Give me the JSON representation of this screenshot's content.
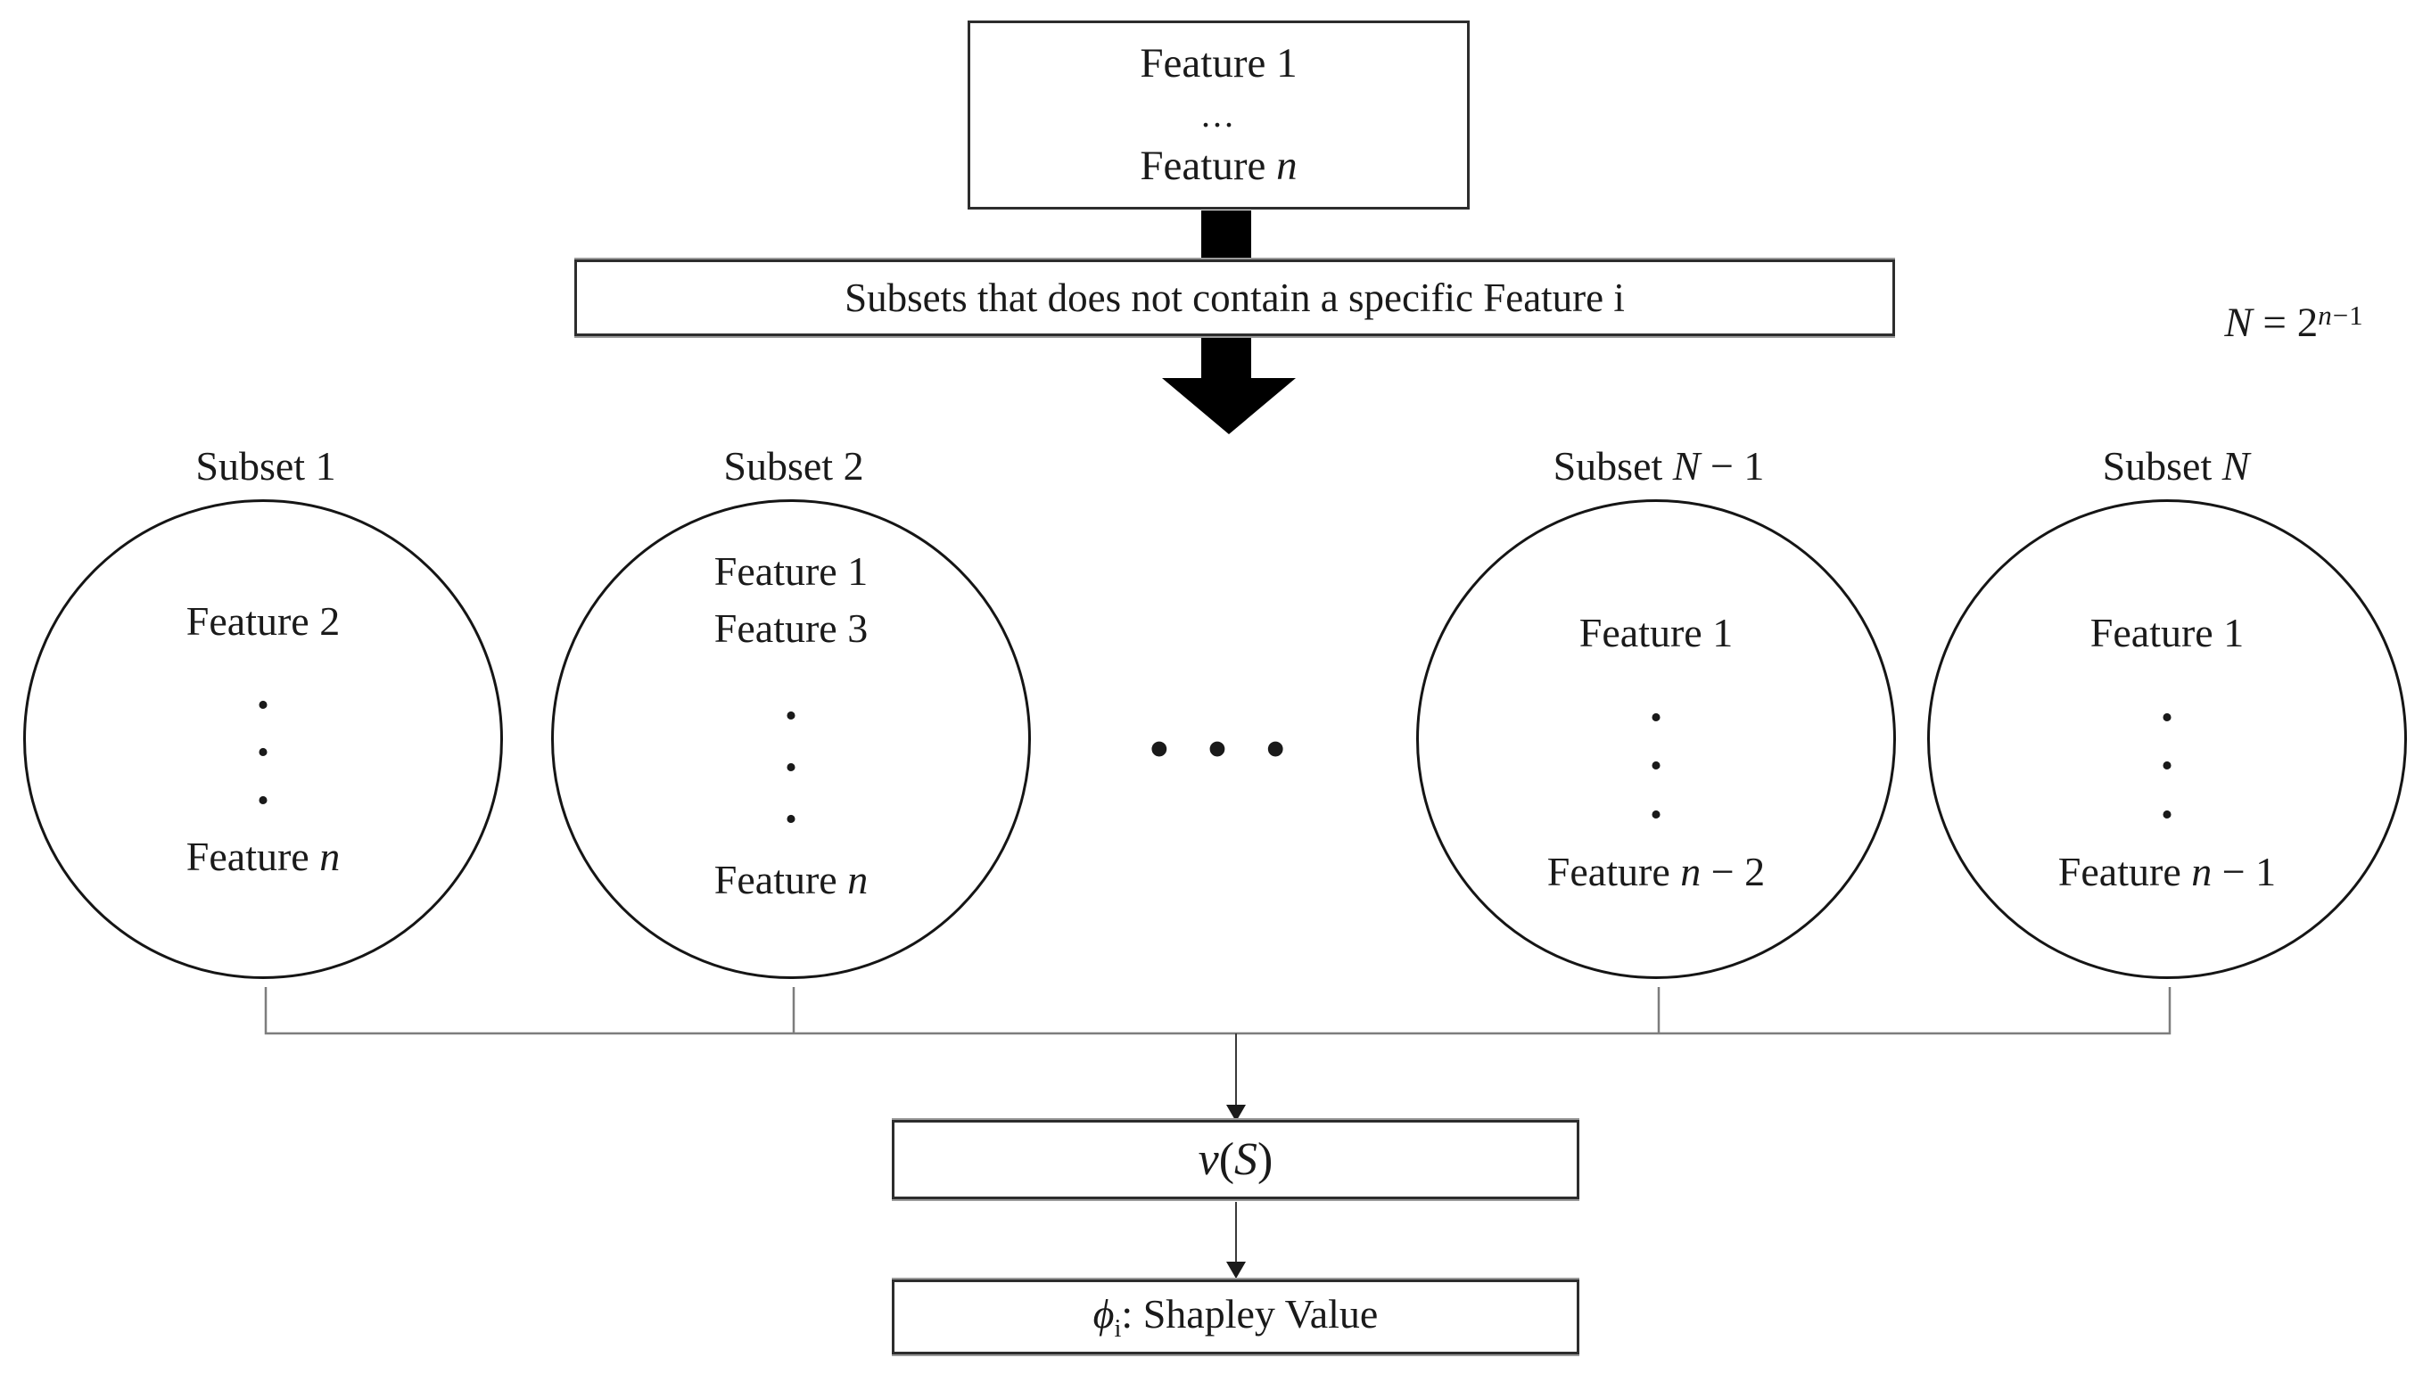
{
  "colors": {
    "ink": "#1a1a1a",
    "box_border": "#2d2d2d",
    "connector_gray": "#7d7d7d",
    "arrow_black": "#000000"
  },
  "top_box": {
    "line1": "Feature 1",
    "ellipsis": "...",
    "line3": {
      "pre": "Feature ",
      "math": "n",
      "post": ""
    }
  },
  "filter_box": {
    "label": "Subsets that does not contain a specific Feature i"
  },
  "formula": {
    "lhs": "N",
    "eq": " = ",
    "base": "2",
    "exp_math": "n",
    "exp_post": "−1"
  },
  "middle_ellipsis": "• • •",
  "subsets": [
    {
      "label": {
        "pre": "Subset ",
        "math": "",
        "post": "1"
      },
      "top_lines": [
        {
          "pre": "Feature 2",
          "math": "",
          "post": ""
        }
      ],
      "dots": [
        ".",
        ".",
        "."
      ],
      "bottom": {
        "pre": "Feature ",
        "math": "n",
        "post": ""
      }
    },
    {
      "label": {
        "pre": "Subset ",
        "math": "",
        "post": "2"
      },
      "top_lines": [
        {
          "pre": "Feature 1",
          "math": "",
          "post": ""
        },
        {
          "pre": "Feature 3",
          "math": "",
          "post": ""
        }
      ],
      "dots": [
        ".",
        ".",
        "."
      ],
      "bottom": {
        "pre": "Feature ",
        "math": "n",
        "post": ""
      }
    },
    {
      "label": {
        "pre": "Subset ",
        "math": "N",
        "post": " − 1"
      },
      "top_lines": [
        {
          "pre": "Feature 1",
          "math": "",
          "post": ""
        }
      ],
      "dots": [
        ".",
        ".",
        "."
      ],
      "bottom": {
        "pre": "Feature ",
        "math": "n",
        "post": " − 2"
      }
    },
    {
      "label": {
        "pre": "Subset ",
        "math": "N",
        "post": ""
      },
      "top_lines": [
        {
          "pre": "Feature 1",
          "math": "",
          "post": ""
        }
      ],
      "dots": [
        ".",
        ".",
        "."
      ],
      "bottom": {
        "pre": "Feature ",
        "math": "n",
        "post": " − 1"
      }
    }
  ],
  "value_box": {
    "v": "v",
    "open": "(",
    "S": "S",
    "close": ")"
  },
  "shapley_box": {
    "phi": "ϕ",
    "sub": "i",
    "colon": ":",
    "label": " Shapley Value"
  }
}
